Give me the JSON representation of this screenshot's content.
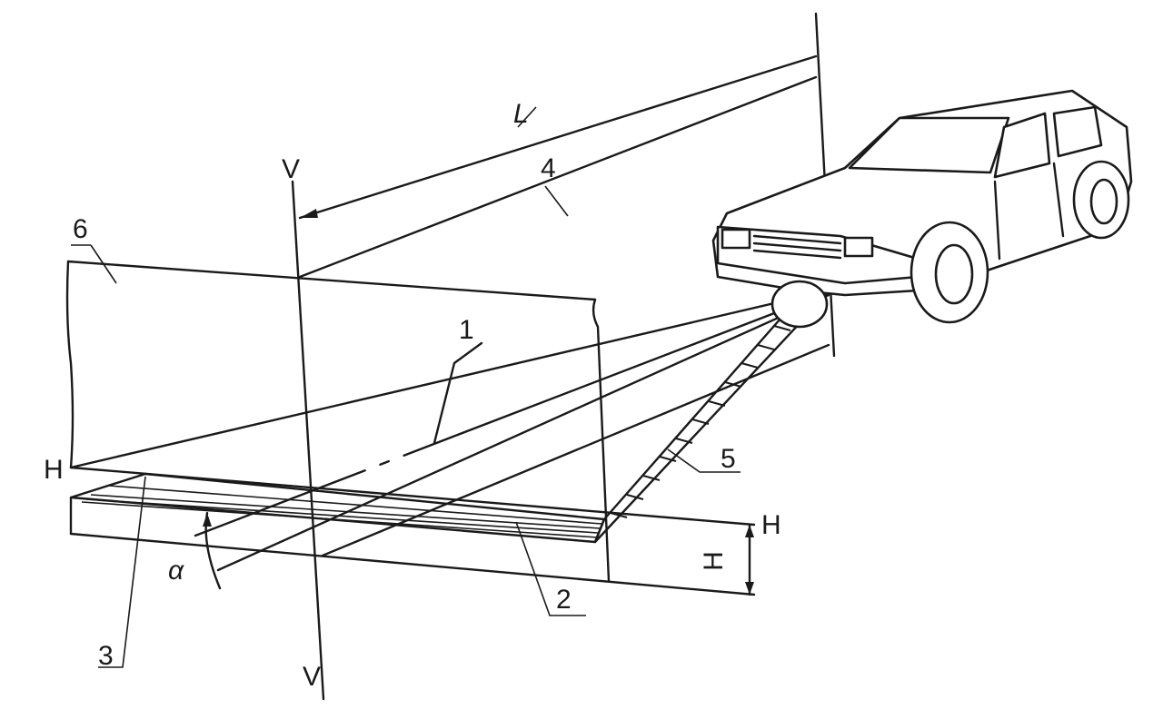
{
  "labels": {
    "length": "L",
    "screen_plane": "4",
    "vertical_top": "V",
    "vertical_bottom": "V",
    "screen": "6",
    "beam_spot": "1",
    "horizontal_left": "H",
    "horizontal_right": "H",
    "height_dimension": "H",
    "beam_strip": "5",
    "ground_band": "2",
    "band_edge": "3",
    "angle": "α"
  },
  "colors": {
    "ink": "#1a1a1a",
    "paper": "#ffffff"
  }
}
